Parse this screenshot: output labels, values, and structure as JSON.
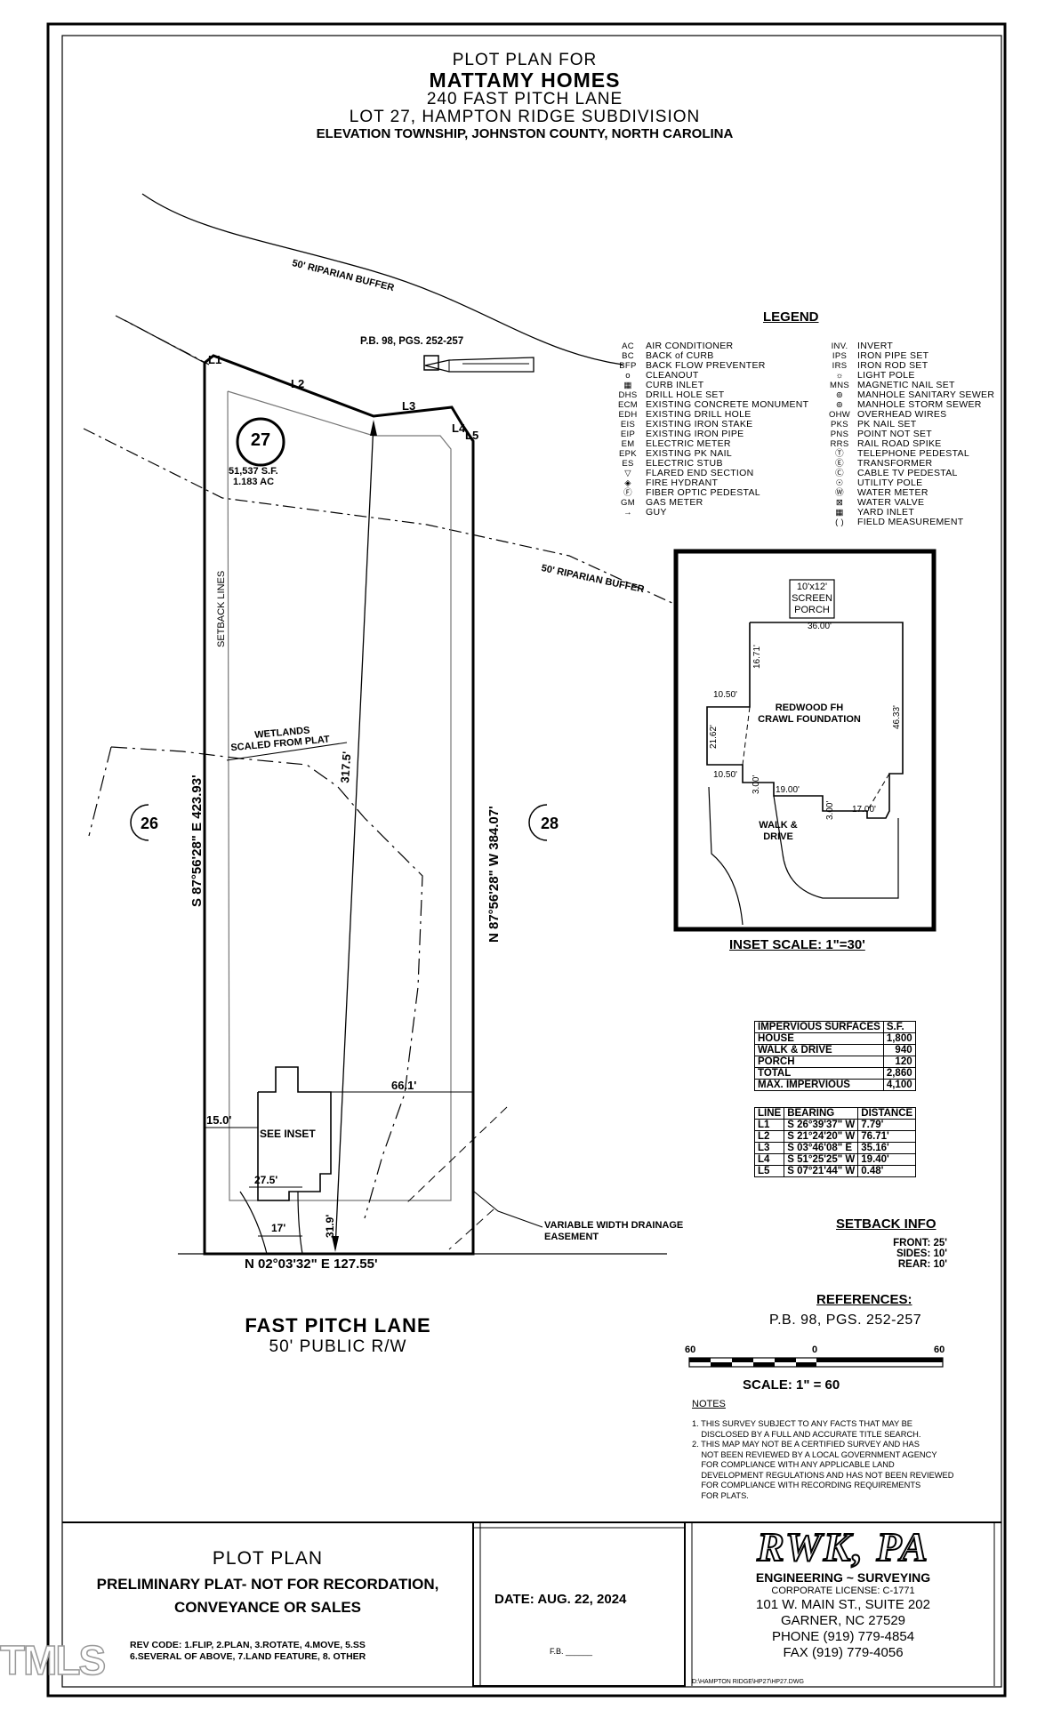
{
  "header": {
    "line1": "PLOT PLAN FOR",
    "line2": "MATTAMY HOMES",
    "line3": "240 FAST PITCH LANE",
    "line4": "LOT 27, HAMPTON RIDGE SUBDIVISION",
    "line5": "ELEVATION TOWNSHIP, JOHNSTON COUNTY, NORTH CAROLINA"
  },
  "plot": {
    "riparian_top": "50' RIPARIAN BUFFER",
    "riparian_mid": "50' RIPARIAN BUFFER",
    "pb_ref": "P.B. 98, PGS. 252-257",
    "lot_number": "27",
    "lot_area_sf": "51,537 S.F.",
    "lot_area_ac": "1.183 AC",
    "setback_lines": "SETBACK LINES",
    "wetlands_1": "WETLANDS",
    "wetlands_2": "SCALED FROM PLAT",
    "west_bearing": "S 87°56'28\" E  423.93'",
    "east_bearing": "N 87°56'28\" W  384.07'",
    "diag_dist": "317.5'",
    "lot_left": "26",
    "lot_right": "28",
    "line_labels": [
      "L1",
      "L2",
      "L3",
      "L4",
      "L5"
    ],
    "dim_66": "66.1'",
    "dim_15": "15.0'",
    "dim_27": "27.5'",
    "dim_17": "17'",
    "dim_31": "31.9'",
    "see_inset": "SEE INSET",
    "south_bearing": "N 02°03'32\" E   127.55'",
    "drainage_1": "VARIABLE WIDTH DRAINAGE",
    "drainage_2": "EASEMENT",
    "street_name": "FAST PITCH LANE",
    "street_row": "50' PUBLIC R/W"
  },
  "legend": {
    "title": "LEGEND",
    "left": [
      {
        "abbr": "AC",
        "text": "AIR CONDITIONER"
      },
      {
        "abbr": "BC",
        "text": "BACK of CURB"
      },
      {
        "abbr": "BFP",
        "text": "BACK FLOW PREVENTER"
      },
      {
        "abbr": "o",
        "text": "CLEANOUT"
      },
      {
        "abbr": "▦",
        "text": "CURB INLET"
      },
      {
        "abbr": "DHS",
        "text": "DRILL HOLE SET"
      },
      {
        "abbr": "ECM",
        "text": "EXISTING CONCRETE MONUMENT"
      },
      {
        "abbr": "EDH",
        "text": "EXISTING DRILL HOLE"
      },
      {
        "abbr": "EIS",
        "text": "EXISTING IRON STAKE"
      },
      {
        "abbr": "EIP",
        "text": "EXISTING IRON PIPE"
      },
      {
        "abbr": "EM",
        "text": "ELECTRIC METER"
      },
      {
        "abbr": "EPK",
        "text": "EXISTING PK NAIL"
      },
      {
        "abbr": "ES",
        "text": "ELECTRIC STUB"
      },
      {
        "abbr": "▽",
        "text": "FLARED END SECTION"
      },
      {
        "abbr": "◈",
        "text": "FIRE HYDRANT"
      },
      {
        "abbr": "Ⓕ",
        "text": "FIBER OPTIC PEDESTAL"
      },
      {
        "abbr": "GM",
        "text": "GAS METER"
      },
      {
        "abbr": "→",
        "text": "GUY"
      }
    ],
    "right": [
      {
        "abbr": "INV.",
        "text": "INVERT"
      },
      {
        "abbr": "IPS",
        "text": "IRON PIPE SET"
      },
      {
        "abbr": "IRS",
        "text": "IRON ROD SET"
      },
      {
        "abbr": "☼",
        "text": "LIGHT POLE"
      },
      {
        "abbr": "MNS",
        "text": "MAGNETIC NAIL SET"
      },
      {
        "abbr": "⊚",
        "text": "MANHOLE SANITARY SEWER"
      },
      {
        "abbr": "⊚",
        "text": "MANHOLE STORM SEWER"
      },
      {
        "abbr": "OHW",
        "text": "OVERHEAD WIRES"
      },
      {
        "abbr": "PKS",
        "text": "PK NAIL SET"
      },
      {
        "abbr": "PNS",
        "text": "POINT NOT SET"
      },
      {
        "abbr": "RRS",
        "text": "RAIL ROAD SPIKE"
      },
      {
        "abbr": "Ⓣ",
        "text": "TELEPHONE PEDESTAL"
      },
      {
        "abbr": "Ⓔ",
        "text": "TRANSFORMER"
      },
      {
        "abbr": "Ⓒ",
        "text": "CABLE TV PEDESTAL"
      },
      {
        "abbr": "☉",
        "text": "UTILITY POLE"
      },
      {
        "abbr": "Ⓦ",
        "text": "WATER METER"
      },
      {
        "abbr": "⊠",
        "text": "WATER VALVE"
      },
      {
        "abbr": "▦",
        "text": "YARD INLET"
      },
      {
        "abbr": "( )",
        "text": "FIELD MEASUREMENT"
      }
    ]
  },
  "inset": {
    "porch_1": "10'x12'",
    "porch_2": "SCREEN",
    "porch_3": "PORCH",
    "dim_36": "36.00'",
    "dim_16": "16.71'",
    "dim_10a": "10.50'",
    "dim_21": "21.62'",
    "dim_46": "46.33'",
    "dim_10b": "10.50'",
    "dim_3a": "3.00'",
    "dim_19": "19.00'",
    "dim_3b": "3.00'",
    "dim_17": "17.00'",
    "house_1": "REDWOOD FH",
    "house_2": "CRAWL FOUNDATION",
    "walk_1": "WALK &",
    "walk_2": "DRIVE",
    "scale": "INSET SCALE: 1\"=30'"
  },
  "impervious": {
    "header": [
      "IMPERVIOUS SURFACES",
      "S.F."
    ],
    "rows": [
      [
        "HOUSE",
        "1,800"
      ],
      [
        "WALK & DRIVE",
        "940"
      ],
      [
        "PORCH",
        "120"
      ],
      [
        "TOTAL",
        "2,860"
      ],
      [
        "MAX. IMPERVIOUS",
        "4,100"
      ]
    ]
  },
  "line_table": {
    "header": [
      "LINE",
      "BEARING",
      "DISTANCE"
    ],
    "rows": [
      [
        "L1",
        "S 26°39'37\" W",
        "7.79'"
      ],
      [
        "L2",
        "S 21°24'20\" W",
        "76.71'"
      ],
      [
        "L3",
        "S 03°46'08\" E",
        "35.16'"
      ],
      [
        "L4",
        "S 51°25'25\" W",
        "19.40'"
      ],
      [
        "L5",
        "S 07°21'44\" W",
        "0.48'"
      ]
    ]
  },
  "setback": {
    "title": "SETBACK INFO",
    "front": "FRONT: 25'",
    "sides": "SIDES: 10'",
    "rear": "REAR: 10'"
  },
  "references": {
    "title": "REFERENCES:",
    "text": "P.B. 98, PGS. 252-257"
  },
  "scale": {
    "tick_left": "60",
    "tick_mid": "0",
    "tick_right": "60",
    "label": "SCALE: 1\" = 60"
  },
  "notes": {
    "title": "NOTES",
    "lines": [
      "1. THIS SURVEY SUBJECT TO ANY FACTS THAT MAY BE",
      "    DISCLOSED BY A FULL AND ACCURATE TITLE SEARCH.",
      "2. THIS MAP MAY NOT BE A CERTIFIED SURVEY AND HAS",
      "    NOT BEEN REVIEWED BY A LOCAL GOVERNMENT AGENCY",
      "    FOR COMPLIANCE WITH ANY APPLICABLE LAND",
      "    DEVELOPMENT REGULATIONS AND HAS NOT BEEN REVIEWED",
      "    FOR COMPLIANCE WITH RECORDING REQUIREMENTS",
      "    FOR PLATS."
    ]
  },
  "title_block": {
    "plot_plan": "PLOT PLAN",
    "prelim_1": "PRELIMINARY PLAT- NOT FOR RECORDATION,",
    "prelim_2": "CONVEYANCE OR SALES",
    "rev_1": "REV CODE: 1.FLIP, 2.PLAN, 3.ROTATE, 4.MOVE, 5.SS",
    "rev_2": "6.SEVERAL OF ABOVE, 7.LAND FEATURE, 8. OTHER",
    "date": "DATE: AUG. 22, 2024",
    "fb": "F.B. ______",
    "company": "RWK, PA",
    "eng": "ENGINEERING ~ SURVEYING",
    "license": "CORPORATE LICENSE: C-1771",
    "address": "101 W. MAIN ST., SUITE 202",
    "city": "GARNER, NC 27529",
    "phone": "PHONE (919) 779-4854",
    "fax": "FAX (919) 779-4056",
    "path": "D:\\HAMPTON RIDGE\\HP27\\HP27.DWG"
  },
  "watermark": "TMLS"
}
